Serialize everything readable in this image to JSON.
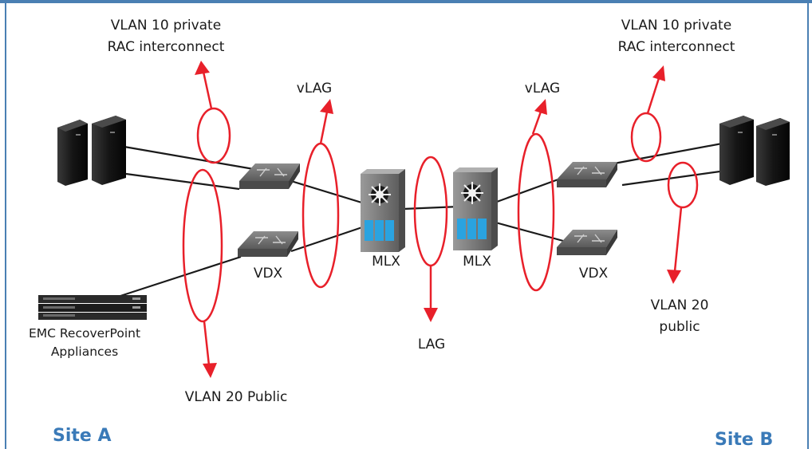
{
  "labels": {
    "vlan10_left_line1": "VLAN 10 private",
    "vlan10_left_line2": "RAC interconnect",
    "vlan10_right_line1": "VLAN 10 private",
    "vlan10_right_line2": "RAC interconnect",
    "vlag_left": "vLAG",
    "vlag_right": "vLAG",
    "mlx_left": "MLX",
    "mlx_right": "MLX",
    "vdx_left": "VDX",
    "vdx_right": "VDX",
    "lag": "LAG",
    "emc_line1": "EMC RecoverPoint",
    "emc_line2": "Appliances",
    "vlan20_left": "VLAN 20 Public",
    "vlan20_right_line1": "VLAN 20",
    "vlan20_right_line2": "public",
    "site_a": "Site A",
    "site_b": "Site B"
  },
  "colors": {
    "frame": "#4a7fb3",
    "link_ring": "#e8202a",
    "cable": "#1a1a1a",
    "site_label": "#3a7ab8"
  },
  "icons": [
    "server-tower-icon",
    "network-switch-icon",
    "router-chassis-icon",
    "rack-appliance-icon"
  ]
}
